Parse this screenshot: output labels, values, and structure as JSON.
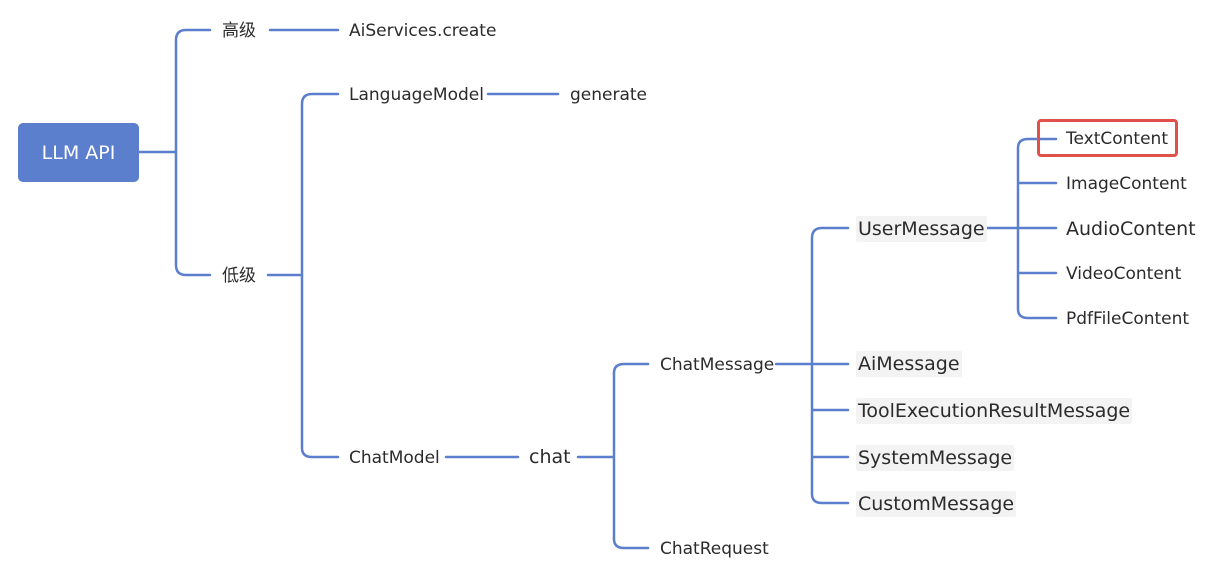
{
  "colors": {
    "edge": "#5b7fcc",
    "root_fill": "#5b7fcc",
    "highlight": "#e05249"
  },
  "root": {
    "label": "LLM API"
  },
  "branches": {
    "high": "高级",
    "low": "低级"
  },
  "nodes": {
    "aiservices": "AiServices.create",
    "language_model": "LanguageModel",
    "generate": "generate",
    "chat_model": "ChatModel",
    "chat": "chat",
    "chat_message": "ChatMessage",
    "chat_request": "ChatRequest",
    "user_message": "UserMessage",
    "ai_message": "AiMessage",
    "tool_message": "ToolExecutionResultMessage",
    "system_message": "SystemMessage",
    "custom_message": "CustomMessage",
    "text_content": "TextContent",
    "image_content": "ImageContent",
    "audio_content": "AudioContent",
    "video_content": "VideoContent",
    "pdf_content": "PdfFileContent"
  },
  "highlighted_node": "TextContent"
}
